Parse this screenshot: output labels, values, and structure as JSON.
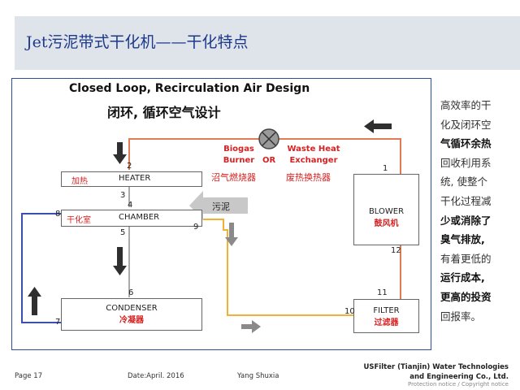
{
  "slide": {
    "title": "Jet污泥带式干化机——干化特点"
  },
  "diagram": {
    "title_en": "Closed Loop, Recirculation Air Design",
    "title_zh": "闭环, 循环空气设计",
    "heater": {
      "zh": "加热",
      "en": "HEATER"
    },
    "chamber": {
      "zh": "干化室",
      "en": "CHAMBER"
    },
    "condenser": {
      "en": "CONDENSER",
      "zh": "冷凝器"
    },
    "blower": {
      "en": "BLOWER",
      "zh": "鼓风机"
    },
    "filter": {
      "en": "FILTER",
      "zh": "过滤器"
    },
    "biogas": {
      "line1": "Biogas",
      "line2": "Burner",
      "zh": "沼气燃烧器"
    },
    "or_label": "OR",
    "waste_heat": {
      "line1": "Waste Heat",
      "line2": "Exchanger",
      "zh": "废热换热器"
    },
    "sludge_label": "污泥",
    "numbers": [
      "1",
      "2",
      "3",
      "4",
      "5",
      "6",
      "7",
      "8",
      "9",
      "10",
      "11",
      "12"
    ]
  },
  "sidebar": {
    "lines": [
      "高效率的干",
      "化及闭环空",
      "气循环余热",
      "回收利用系",
      "统, 使整个",
      "干化过程减",
      "少或消除了",
      "臭气排放,",
      "有着更低的",
      "运行成本,",
      "更高的投资",
      "回报率。"
    ]
  },
  "footer": {
    "page": "Page 17",
    "date": "Date:April. 2016",
    "author": "Yang Shuxia",
    "company_line1": "USFilter (Tianjin) Water Technologies",
    "company_line2": "and Engineering Co., Ltd.",
    "note": "Protection notice / Copyright notice"
  },
  "colors": {
    "header_bg": "#dfe3ea",
    "title": "#1d3a8a",
    "frame": "#2b4f9a",
    "hot_line": "#e07b54",
    "warm_line": "#f2b134",
    "cool_line": "#3b4fb0",
    "accent_red": "#d62222",
    "arrow_dark": "#2f2f2f",
    "arrow_grey": "#8a8a8a"
  }
}
